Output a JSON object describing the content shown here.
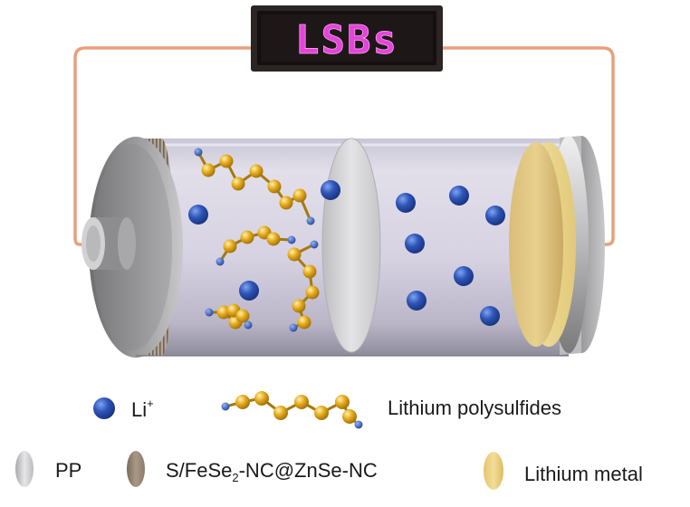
{
  "display": {
    "text": "LSBs",
    "color": "#e246d8"
  },
  "colors": {
    "wire": "#e8a07c",
    "li_ion": "#2f55b8",
    "sulfur_atom": "#e6ac1e",
    "lithium_end": "#2f55b8",
    "separator": "#d7d7d9",
    "cathode_coating": "#8f7f6d",
    "lithium_metal": "#e6cd86"
  },
  "legend": {
    "li_ion": {
      "label": "Li",
      "superscript": "+"
    },
    "polysulfides": {
      "label": "Lithium polysulfides"
    },
    "separator": {
      "label": "PP"
    },
    "cathode": {
      "label_prefix": "S/FeSe",
      "subscript": "2",
      "label_suffix": "-NC@ZnSe-NC"
    },
    "lithium_metal": {
      "label": "Lithium metal"
    }
  }
}
